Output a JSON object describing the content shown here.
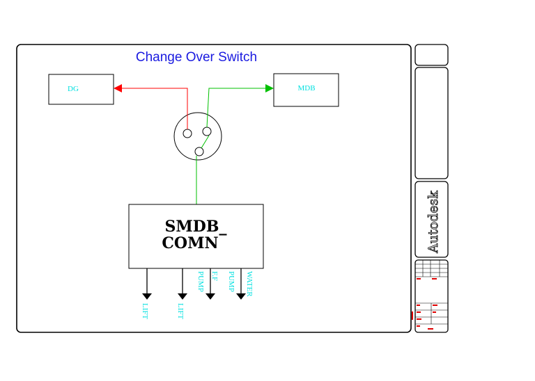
{
  "title": "Change Over Switch",
  "colors": {
    "title": "#1a1ae0",
    "label": "#00e0e0",
    "line_dg": "#ff0000",
    "line_mdb": "#00c000",
    "line_smdb": "#00c000",
    "frame": "#000000"
  },
  "boxes": {
    "dg": "DG",
    "mdb": "MDB",
    "smdb_line1": "SMDB_",
    "smdb_line2": "COMN"
  },
  "outputs": [
    "LIFT",
    "LIFT",
    "PUMP",
    "F.F",
    "PUMP",
    "WATER"
  ],
  "title_block": {
    "logo": "Autodesk"
  }
}
